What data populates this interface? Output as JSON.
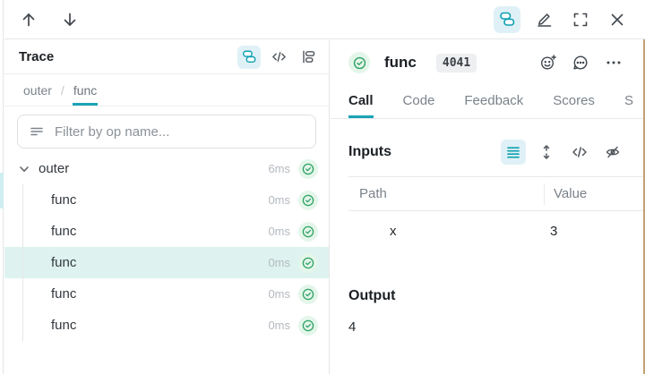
{
  "trace": {
    "title": "Trace",
    "breadcrumb": {
      "parent": "outer",
      "separator": "/",
      "current": "func"
    },
    "filter": {
      "placeholder": "Filter by op name..."
    },
    "tree": {
      "rows": [
        {
          "label": "outer",
          "duration": "6ms",
          "level": 0,
          "expanded": true,
          "selected": false,
          "status": "success"
        },
        {
          "label": "func",
          "duration": "0ms",
          "level": 1,
          "selected": false,
          "status": "success"
        },
        {
          "label": "func",
          "duration": "0ms",
          "level": 1,
          "selected": false,
          "status": "success"
        },
        {
          "label": "func",
          "duration": "0ms",
          "level": 1,
          "selected": true,
          "status": "success"
        },
        {
          "label": "func",
          "duration": "0ms",
          "level": 1,
          "selected": false,
          "status": "success"
        },
        {
          "label": "func",
          "duration": "0ms",
          "level": 1,
          "selected": false,
          "status": "success"
        }
      ]
    }
  },
  "call": {
    "title": "func",
    "badge": "4041",
    "status": "success",
    "tabs": [
      {
        "label": "Call",
        "active": true
      },
      {
        "label": "Code",
        "active": false
      },
      {
        "label": "Feedback",
        "active": false
      },
      {
        "label": "Scores",
        "active": false
      },
      {
        "label": "S",
        "active": false,
        "truncated": true
      }
    ],
    "inputs": {
      "heading": "Inputs",
      "columns": {
        "path": "Path",
        "value": "Value"
      },
      "rows": [
        {
          "path": "x",
          "value": "3"
        }
      ]
    },
    "output": {
      "heading": "Output",
      "value": "4"
    }
  },
  "icons": {
    "topbar": [
      "up-arrow",
      "down-arrow",
      "stacked-trace",
      "edit-pencil",
      "fullscreen-expand",
      "close-x"
    ],
    "trace_header": [
      "stacked-trace",
      "code-brackets",
      "flame-graph"
    ],
    "filter": "filter-lines",
    "tree": [
      "chevron-down",
      "success-check-circle"
    ],
    "call_header": [
      "success-check-circle",
      "add-reaction-smiley",
      "comment-bubble",
      "overflow-dots"
    ],
    "inputs_toolbar": [
      "list-lines",
      "unfold-vertical",
      "code-brackets",
      "eye-off"
    ]
  },
  "colors": {
    "accent_teal": "#14a4b5",
    "accent_teal_bg": "#dff1f6",
    "selected_row_bg": "#def3ef",
    "success_green": "#2ea164",
    "success_green_bg": "#e4f6ea",
    "border": "#e7e9ec",
    "muted_text": "#7b828b",
    "edge_tan": "#c2a172"
  }
}
